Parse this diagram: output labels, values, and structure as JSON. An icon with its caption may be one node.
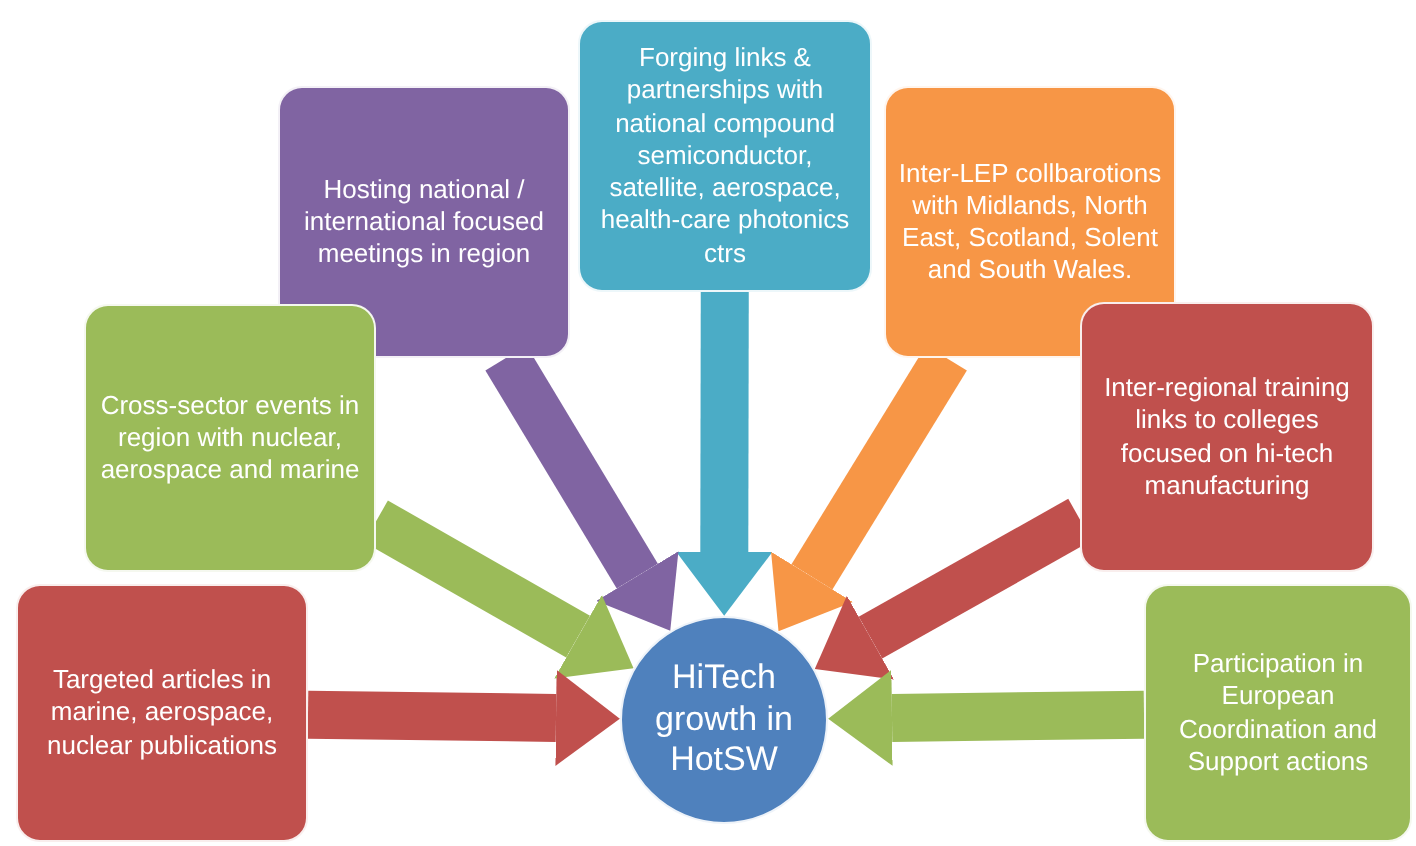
{
  "diagram": {
    "nodes": [
      {
        "text": [
          "Forging links & partnerships with national  compound semiconductor, satellite, aerospace, health-care photonics ctrs"
        ]
      },
      {
        "text": [
          "Hosting national / international focused meetings in region"
        ]
      },
      {
        "text": [
          "Inter-LEP collbarotions with Midlands, North East, Scotland, Solent and South Wales."
        ]
      },
      {
        "text": [
          "Cross-sector events in region with nuclear, aerospace and marine"
        ]
      },
      {
        "text": [
          "Inter-regional training links to colleges focused on hi-tech manufacturing"
        ]
      },
      {
        "text": [
          "Targeted articles in marine, aerospace, nuclear publications"
        ]
      },
      {
        "text": [
          "HiTech growth in HotSW"
        ]
      },
      {
        "text": [
          "Participation in European Coordination and Support actions"
        ]
      }
    ],
    "edges": [
      {
        "from": 0,
        "to": 6,
        "arrow": "to",
        "color": "#4bacc6"
      },
      {
        "from": 1,
        "to": 6,
        "arrow": "to",
        "color": "#8064a2"
      },
      {
        "from": 2,
        "to": 6,
        "arrow": "to",
        "color": "#f79646"
      },
      {
        "from": 3,
        "to": 6,
        "arrow": "to",
        "color": "#9bbb59"
      },
      {
        "from": 4,
        "to": 6,
        "arrow": "to",
        "color": "#c0504d"
      },
      {
        "from": 5,
        "to": 6,
        "arrow": "to",
        "color": "#c0504d"
      },
      {
        "from": 7,
        "to": 6,
        "arrow": "to",
        "color": "#9bbb59"
      }
    ]
  }
}
